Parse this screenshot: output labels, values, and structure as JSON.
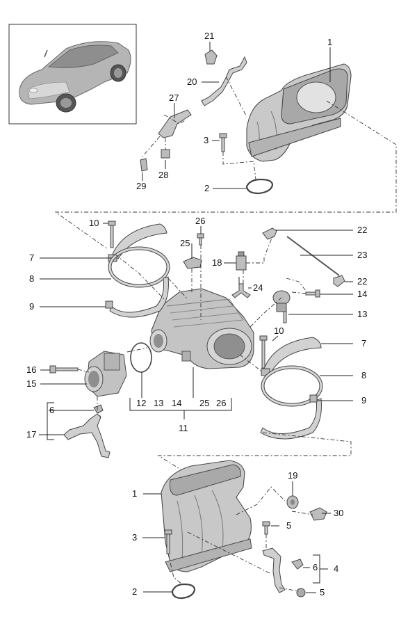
{
  "colors": {
    "part_fill": "#c9c9c9",
    "part_shade": "#9a9a9a",
    "part_highlight": "#e6e6e6",
    "line": "#222222",
    "background": "#ffffff"
  },
  "labels": {
    "p1_top": "1",
    "p21": "21",
    "p20": "20",
    "p27": "27",
    "p3_top": "3",
    "p29": "29",
    "p28": "28",
    "p2_top": "2",
    "p10_left": "10",
    "p26_top": "26",
    "p22_top": "22",
    "p7_left": "7",
    "p25_left": "25",
    "p23": "23",
    "p18": "18",
    "p8_left": "8",
    "p22_right": "22",
    "p24": "24",
    "p14": "14",
    "p9_left": "9",
    "p13": "13",
    "p10_right": "10",
    "p7_right": "7",
    "p16": "16",
    "p8_right": "8",
    "p15": "15",
    "p9_right": "9",
    "b12": "12",
    "b13": "13",
    "b14": "14",
    "b25": "25",
    "b26": "26",
    "b11": "11",
    "p6_left": "6",
    "p17": "17",
    "p19": "19",
    "p1_bottom": "1",
    "p30": "30",
    "p5_top": "5",
    "p3_bottom": "3",
    "p6_right": "6",
    "p4": "4",
    "p2_bottom": "2",
    "p5_bottom": "5"
  }
}
